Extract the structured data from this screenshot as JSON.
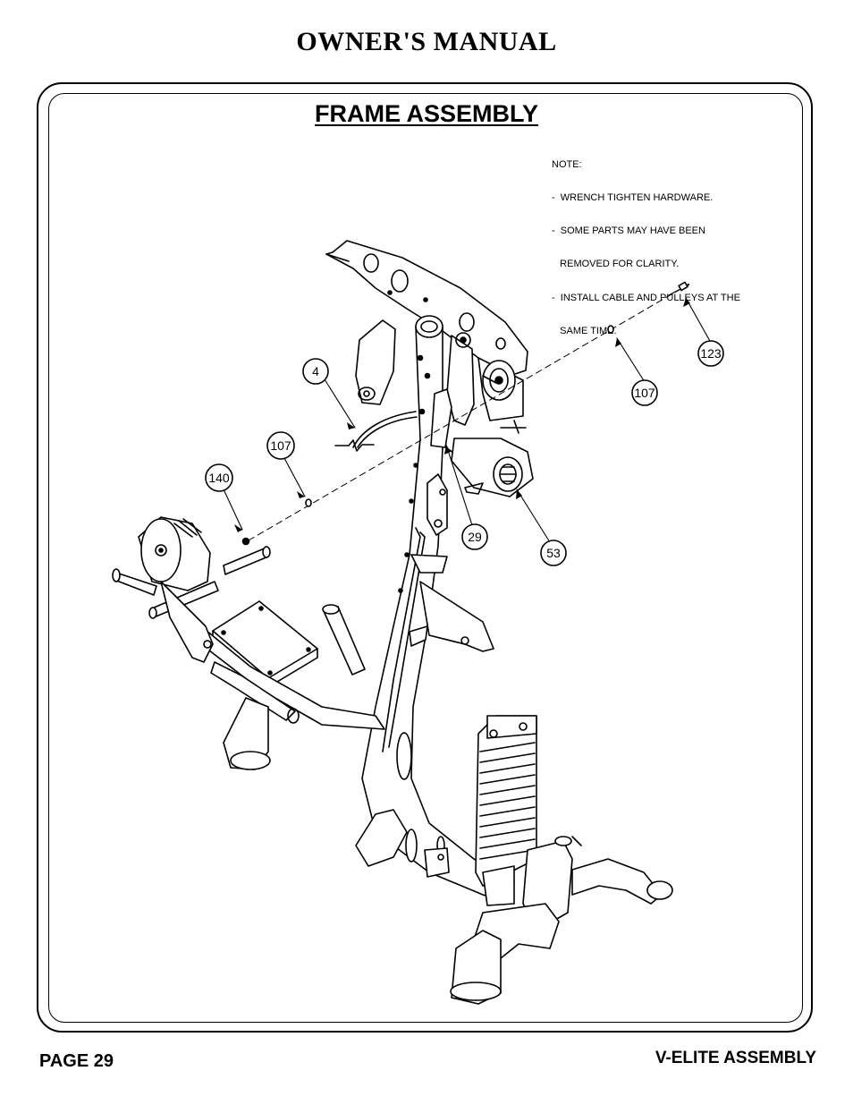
{
  "header": {
    "title": "OWNER'S MANUAL"
  },
  "section": {
    "title": "FRAME ASSEMBLY"
  },
  "note": {
    "lines": [
      "NOTE:",
      "-  WRENCH TIGHTEN HARDWARE.",
      "-  SOME PARTS MAY HAVE BEEN",
      "   REMOVED FOR CLARITY.",
      "-  INSTALL CABLE AND PULLEYS AT THE",
      "   SAME TIME."
    ]
  },
  "callouts": {
    "c123": "123",
    "c107_right": "107",
    "c4": "4",
    "c107_left": "107",
    "c140": "140",
    "c29": "29",
    "c53": "53"
  },
  "footer": {
    "page": "PAGE 29",
    "doc": "V-ELITE ASSEMBLY"
  }
}
